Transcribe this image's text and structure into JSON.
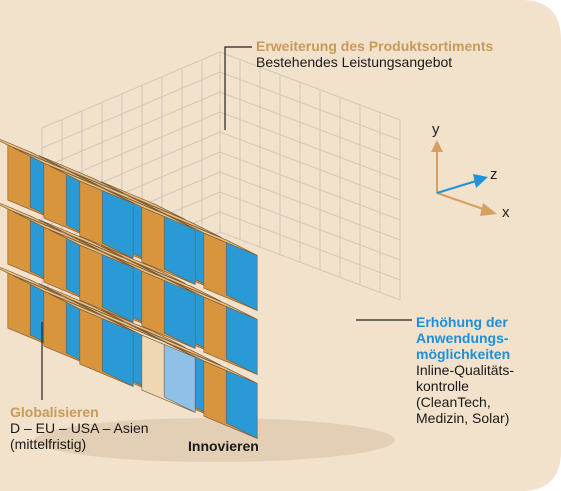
{
  "colors": {
    "panel": "#f2e1cb",
    "orange_face": "#d9953e",
    "blue_face": "#2a9ad6",
    "light_face": "#efd7b4",
    "light_blue_face": "#8fc1e6",
    "heading_orange": "#c99a58",
    "heading_blue": "#1e8fd8",
    "axis_orange": "#d8a060",
    "axis_blue": "#1f94db"
  },
  "labels": {
    "top_heading": "Erweiterung des Produktsortiments",
    "top_text": "Bestehendes Leistungsangebot",
    "right_heading": [
      "Erhöhung der",
      "Anwendungs-",
      "möglichkeiten"
    ],
    "right_text": [
      "Inline-Qualitäts-",
      "kontrolle",
      "(CleanTech,",
      "Medizin, Solar)"
    ],
    "left_heading": "Globalisieren",
    "left_text": [
      "D – EU – USA – Asien",
      "(mittelfristig)"
    ],
    "bottom_label": "Innovieren"
  },
  "axes": {
    "y": "y",
    "z": "z",
    "x": "x"
  }
}
